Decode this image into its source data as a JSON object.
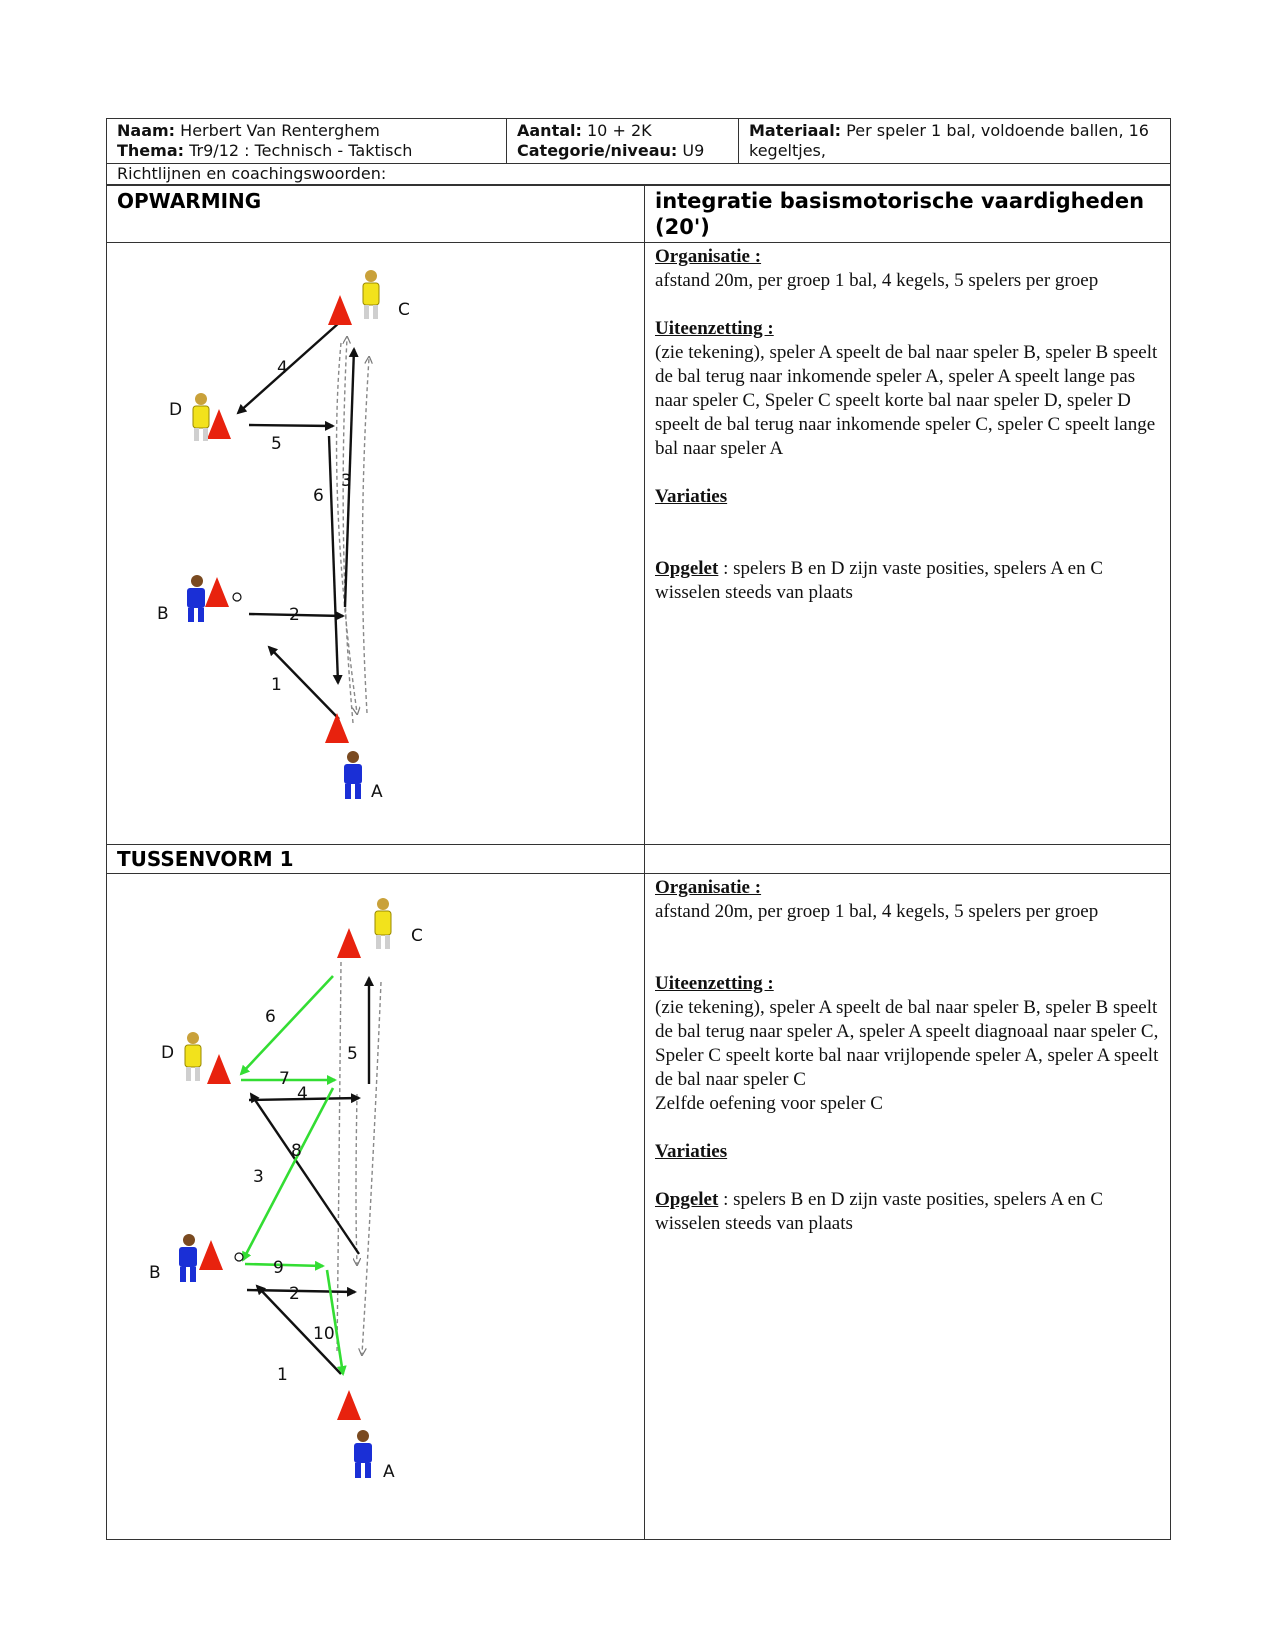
{
  "header": {
    "naam_label": "Naam:",
    "naam": "Herbert Van Renterghem",
    "thema_label": "Thema:",
    "thema": "Tr9/12 : Technisch - Taktisch",
    "aantal_label": "Aantal:",
    "aantal": "10 + 2K",
    "categorie_label": "Categorie/niveau:",
    "categorie": "U9",
    "materiaal_label": "Materiaal:",
    "materiaal": "Per speler 1 bal, voldoende ballen, 16 kegeltjes,",
    "richtlijnen": "Richtlijnen en coachingswoorden:"
  },
  "section1": {
    "title": "OPWARMING",
    "subtitle": "integratie basismotorische vaardigheden (20')",
    "organisatie_label": "Organisatie :",
    "organisatie": "afstand 20m, per groep 1 bal, 4 kegels, 5 spelers per groep",
    "uiteenzetting_label": "Uiteenzetting :",
    "uiteenzetting": "(zie tekening), speler A speelt de bal naar speler B, speler B speelt de bal terug naar inkomende speler A, speler A speelt lange pas naar speler C, Speler C speelt korte bal naar speler D, speler D speelt de bal terug naar inkomende speler C, speler C speelt lange bal naar speler A",
    "variaties_label": "Variaties",
    "opgelet_label": "Opgelet",
    "opgelet": " : spelers B en D zijn vaste posities, spelers A en C wisselen steeds van plaats",
    "diagram": {
      "players": [
        "A",
        "B",
        "C",
        "D"
      ],
      "arrow_numbers": [
        "1",
        "2",
        "3",
        "4",
        "5",
        "6"
      ]
    }
  },
  "section2": {
    "title": "TUSSENVORM 1",
    "organisatie_label": "Organisatie :",
    "organisatie": "afstand 20m, per groep 1 bal, 4 kegels, 5 spelers per groep",
    "uiteenzetting_label": "Uiteenzetting :",
    "uiteenzetting": "(zie tekening), speler A speelt de bal naar speler B, speler B speelt de bal terug naar speler A, speler A speelt diagnoaal naar speler C, Speler C speelt korte bal naar vrijlopende speler A, speler A speelt de bal naar speler C",
    "uiteenzetting2": "Zelfde oefening voor speler C",
    "variaties_label": "Variaties",
    "opgelet_label": "Opgelet",
    "opgelet": " : spelers B en D zijn vaste posities, spelers A en C wisselen steeds van plaats",
    "diagram": {
      "players": [
        "A",
        "B",
        "C",
        "D"
      ],
      "arrow_numbers": [
        "1",
        "2",
        "3",
        "4",
        "5",
        "6",
        "7",
        "8",
        "9",
        "10"
      ]
    }
  },
  "colors": {
    "cone": "#e8220e",
    "team_blue": "#1a2fd6",
    "team_yellow": "#f2e21c",
    "pass_green": "#33dd33",
    "pass_black": "#111111"
  }
}
